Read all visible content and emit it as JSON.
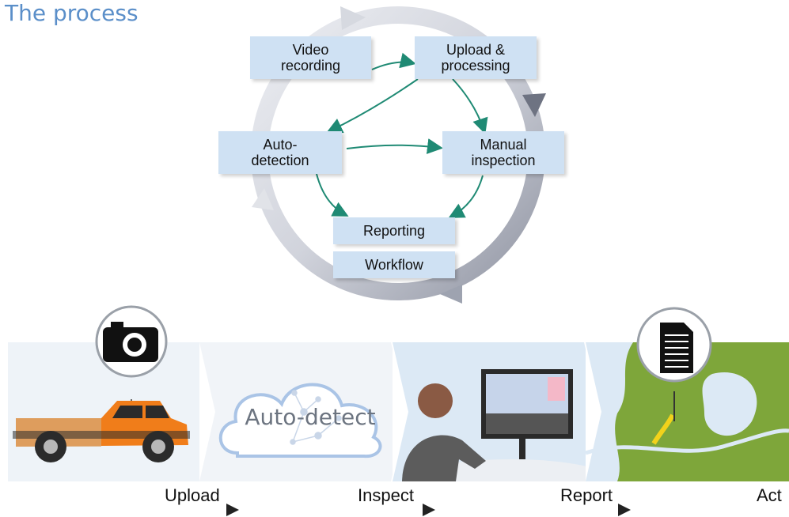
{
  "title": "The process",
  "cycle": {
    "video": "Video\nrecording",
    "upload": "Upload &\nprocessing",
    "auto": "Auto-\ndetection",
    "manual": "Manual\ninspection",
    "reporting": "Reporting",
    "workflow": "Workflow"
  },
  "pipeline": {
    "cloud_text": "Auto-detect",
    "steps": [
      "Upload",
      "Inspect",
      "Report",
      "Act"
    ]
  },
  "colors": {
    "title": "#5b8fc9",
    "box": "#cfe1f3",
    "arrow": "#1f8a74",
    "truck": "#f07d1a",
    "map_green": "#7ea63a"
  }
}
